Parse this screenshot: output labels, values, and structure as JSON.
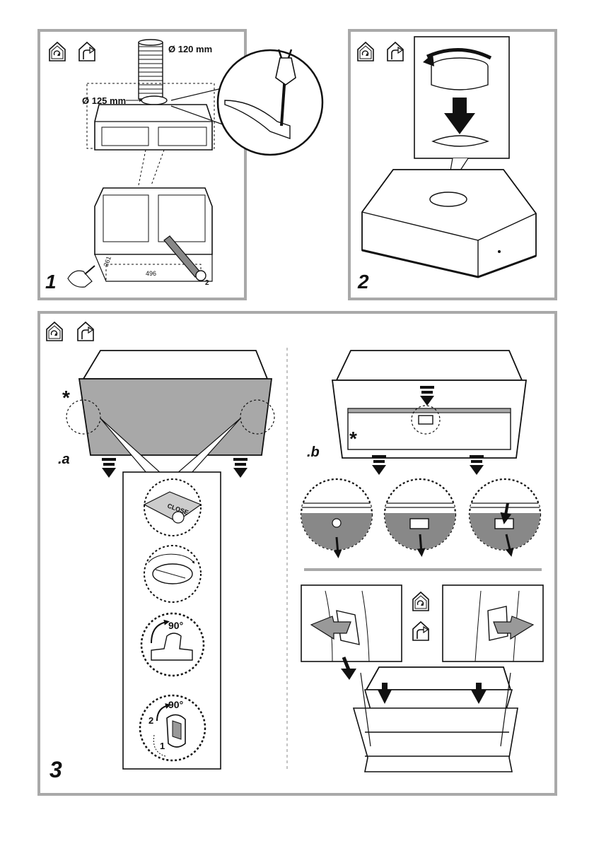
{
  "panel1": {
    "step_number": "1",
    "duct_diameter": "Ø 120 mm",
    "outlet_diameter": "Ø 125 mm",
    "cutout_depth": "261",
    "cutout_width": "496",
    "saw_step": "2"
  },
  "panel2": {
    "step_number": "2"
  },
  "panel3": {
    "step_number": "3",
    "section_a_label": ".a",
    "section_b_label": ".b",
    "asterisk": "*",
    "latch_label": "CLOSE",
    "rotate_angle": "90°",
    "rotate_angle_2": "90°",
    "step_1": "1",
    "step_2": "2"
  },
  "colors": {
    "frame": "#a9a9a9",
    "filter_gray": "#a8a8a8",
    "ink": "#111111"
  }
}
